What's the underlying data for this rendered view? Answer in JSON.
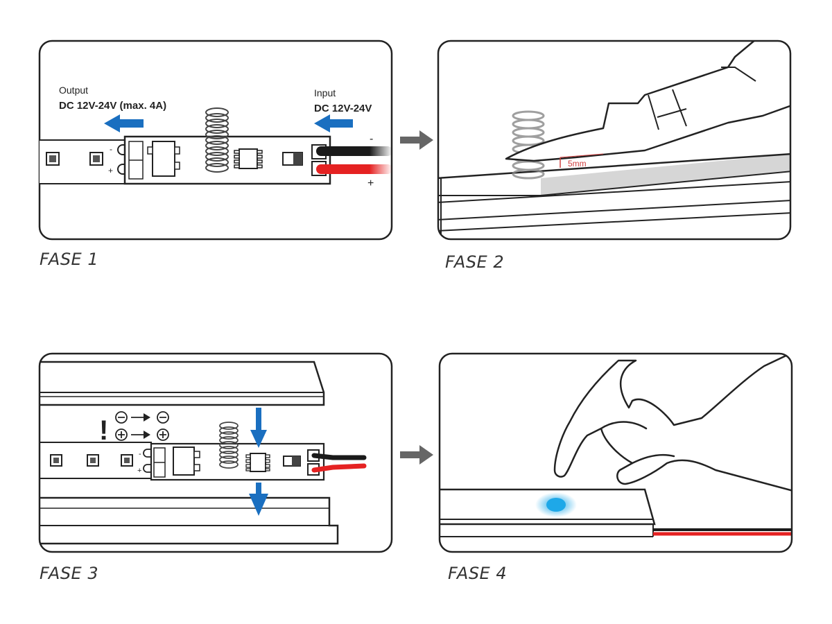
{
  "phases": [
    {
      "caption": "FASE 1"
    },
    {
      "caption": "FASE 2"
    },
    {
      "caption": "FASE 3"
    },
    {
      "caption": "FASE 4"
    }
  ],
  "fase1": {
    "output_label": "Output",
    "output_spec": "DC 12V-24V (max. 4A)",
    "input_label": "Input",
    "input_spec": "DC 12V-24V",
    "minus_sign": "-",
    "plus_sign": "+",
    "strip_minus": "-",
    "strip_plus": "+"
  },
  "fase2": {
    "gap_label": "5mm"
  },
  "fase3": {
    "warning_mark": "!",
    "strip_minus": "-",
    "strip_plus": "+"
  },
  "colors": {
    "outline": "#222222",
    "arrow_blue": "#1a6fc0",
    "wire_red": "#e52222",
    "wire_black": "#1a1a1a",
    "touch_light": "#1ea8e8",
    "gray_arrow": "#666666",
    "dim_red": "#d04040"
  },
  "icons": [
    "blue-arrow-icon",
    "gray-arrow-icon",
    "spring-icon",
    "hand-icon",
    "finger-icon",
    "touch-light-icon"
  ]
}
